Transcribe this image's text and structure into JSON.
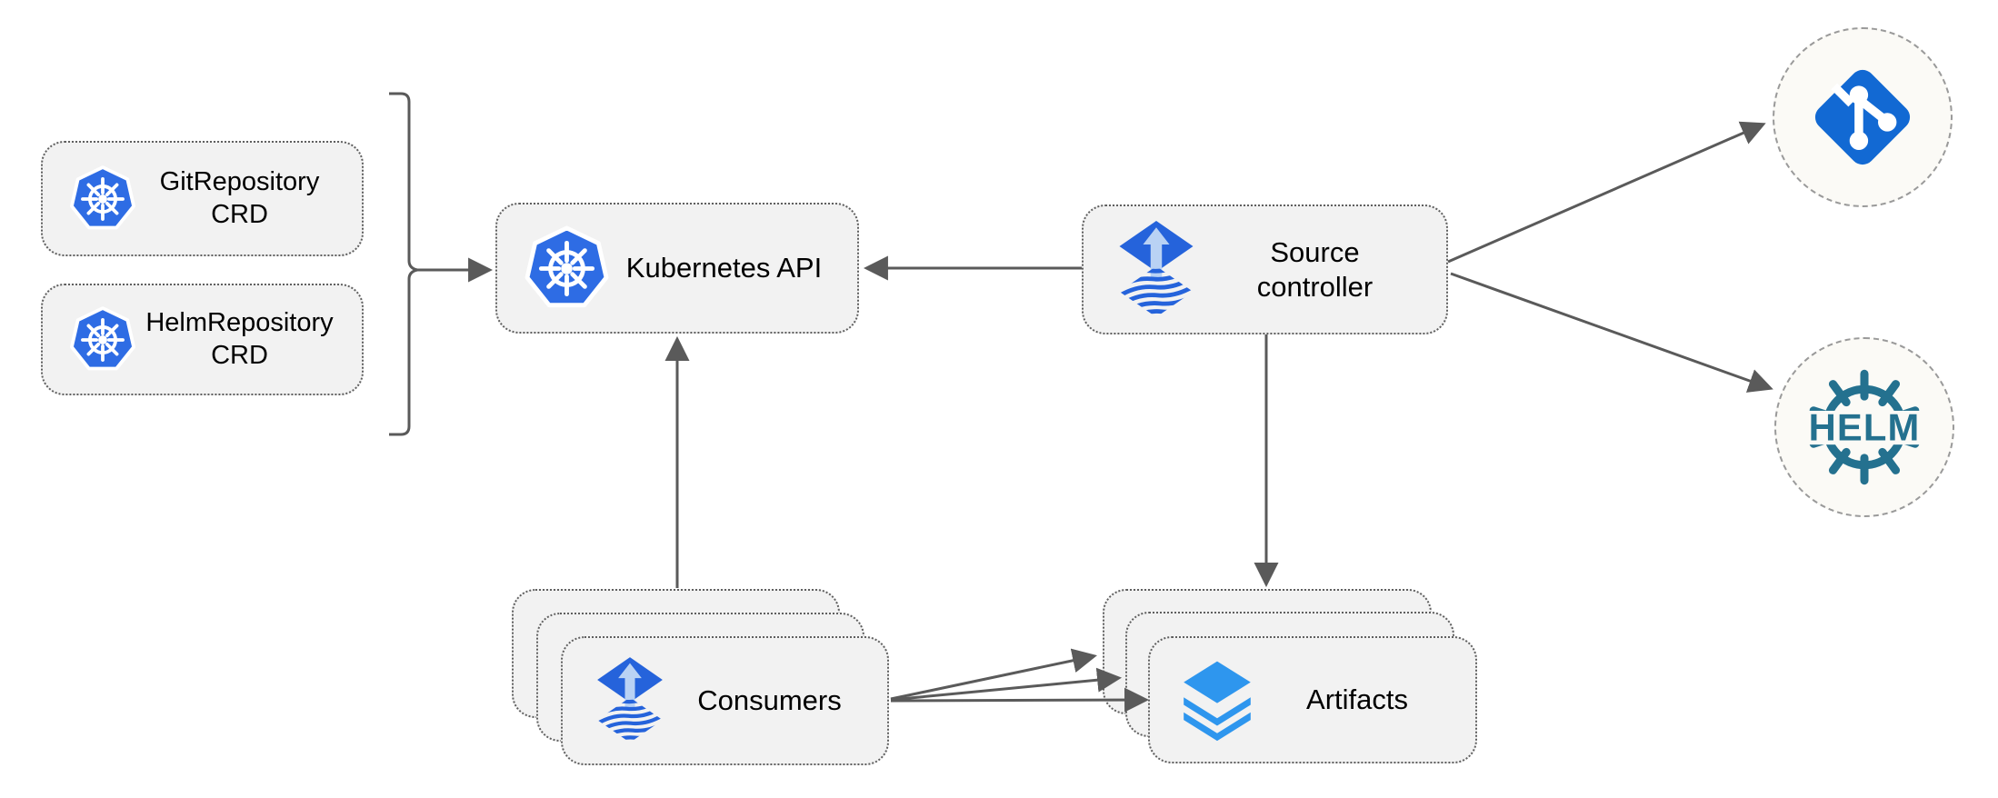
{
  "diagram": {
    "nodes": {
      "git_crd": {
        "label": "GitRepository CRD",
        "icon": "kubernetes-icon"
      },
      "helm_crd": {
        "label": "HelmRepository CRD",
        "icon": "kubernetes-icon"
      },
      "kubernetes_api": {
        "label": "Kubernetes API",
        "icon": "kubernetes-icon"
      },
      "source_controller": {
        "label": "Source controller",
        "icon": "flux-icon"
      },
      "consumers": {
        "label": "Consumers",
        "icon": "flux-icon",
        "stacked": 3
      },
      "artifacts": {
        "label": "Artifacts",
        "icon": "layers-icon",
        "stacked": 3
      },
      "git_source": {
        "label": "",
        "icon": "git-icon"
      },
      "helm_source": {
        "label": "HELM",
        "icon": "helm-icon"
      }
    },
    "edges": [
      {
        "from": "git_crd+helm_crd",
        "to": "kubernetes_api",
        "via": "bracket"
      },
      {
        "from": "source_controller",
        "to": "kubernetes_api"
      },
      {
        "from": "source_controller",
        "to": "git_source"
      },
      {
        "from": "source_controller",
        "to": "helm_source"
      },
      {
        "from": "source_controller",
        "to": "artifacts"
      },
      {
        "from": "consumers",
        "to": "kubernetes_api"
      },
      {
        "from": "consumers",
        "to": "artifacts",
        "count": 3
      }
    ],
    "colors": {
      "kubernetes_blue": "#2e6ce4",
      "flux_blue": "#2563db",
      "flux_light_arrow": "#b9d2f4",
      "artifacts_blue": "#2e96ee",
      "git_blue": "#1269d3",
      "helm_teal": "#24718f",
      "box_fill": "#f2f2f2",
      "box_border": "#5f5f5f",
      "circle_fill": "#fbfaf6",
      "circle_border": "#9a9a9a",
      "arrow": "#5a5a5a",
      "label_text": "#000000",
      "background": "#ffffff"
    }
  }
}
